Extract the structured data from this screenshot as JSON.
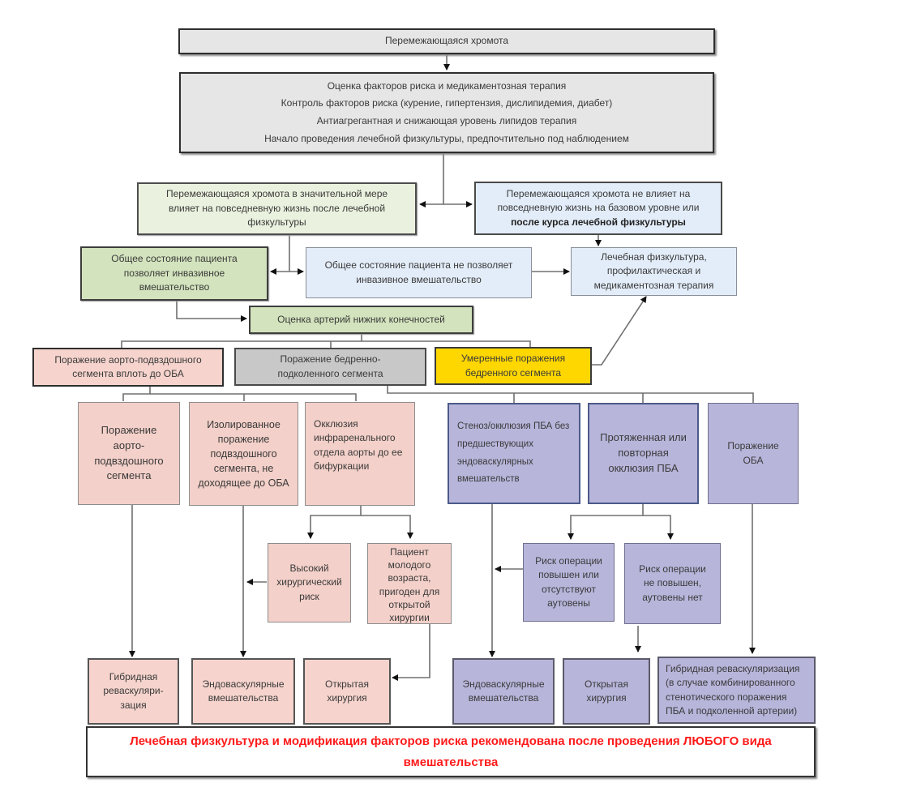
{
  "diagram": {
    "start": "Перемежающаяся хромота",
    "assessment": {
      "lines": [
        "Оценка факторов риска и медикаментозная терапия",
        "Контроль факторов риска (курение, гипертензия, дислипидемия, диабет)",
        "Антиагрегантная и снижающая уровень липидов терапия",
        "Начало проведения лечебной физкультуры, предпочтительно под наблюдением"
      ]
    },
    "significant_impact": "Перемежающаяся хромота в значительной мере влияет на повседневную жизнь после лечебной физкультуры",
    "no_impact": {
      "text": "Перемежающаяся хромота не влияет на повседневную жизнь на базовом уровне или",
      "bold": "после курса лечебной физкультуры"
    },
    "invasive_allowed": "Общее состояние пациента позволяет инвазивное вмешательство",
    "invasive_not_allowed": "Общее состояние пациента  не позволяет инвазивное вмешательство",
    "conservative": "Лечебная физкультура, профилактическая и медикаментозная терапия",
    "artery_assessment": "Оценка артерий нижних конечностей",
    "segments": {
      "aortoiliac": "Поражение аорто-подвздошного сегмента вплоть до ОБА",
      "femoropopliteal": "Поражение бедренно-подколенного сегмента",
      "moderate_femoral": "Умеренные поражения бедренного сегмента"
    },
    "aortoiliac_branches": {
      "aortoiliac_lesion": "Поражение аорто-подвздошного сегмента",
      "isolated_iliac": "Изолированное поражение подвздошного сегмента, не доходящее до ОБА",
      "infrarenal_occlusion": "Окклюзия инфраренального отдела аорты до ее бифуркации",
      "high_risk": "Высокий хирургический риск",
      "young_patient": "Пациент молодого возраста, пригоден для открытой хирургии"
    },
    "femoral_branches": {
      "sfa_stenosis": "Стеноз/окклюзия ПБА без предшествующих эндоваскулярных вмешательств",
      "sfa_long_occlusion": "Протяженная или повторная окклюзия ПБА",
      "cfa_lesion": "Поражение ОБА",
      "risk_high": "Риск операции повышен или отсутствуют аутовены",
      "risk_not_high": "Риск операции не повышен, аутовены нет"
    },
    "outcomes_left": {
      "hybrid": "Гибридная реваскуляри-зация",
      "endovascular": "Эндоваскулярные вмешательства",
      "open": "Открытая хирургия"
    },
    "outcomes_right": {
      "endovascular": "Эндоваскулярные вмешательства",
      "open": "Открытая хирургия",
      "hybrid": "Гибридная реваскуляризация (в случае комбинированного стенотического поражения ПБА  и подколенной артерии)"
    },
    "footer": "Лечебная физкультура и модификация факторов риска рекомендована после проведения ЛЮБОГО вида вмешательства"
  },
  "colors": {
    "footer_text": "#ff1a1a",
    "moderate_segment": "#ffd700",
    "left_branch": "#f3d0c9",
    "right_branch": "#b7b5da",
    "green_box": "#d3e3bd",
    "blue_box": "#e3edf9"
  }
}
